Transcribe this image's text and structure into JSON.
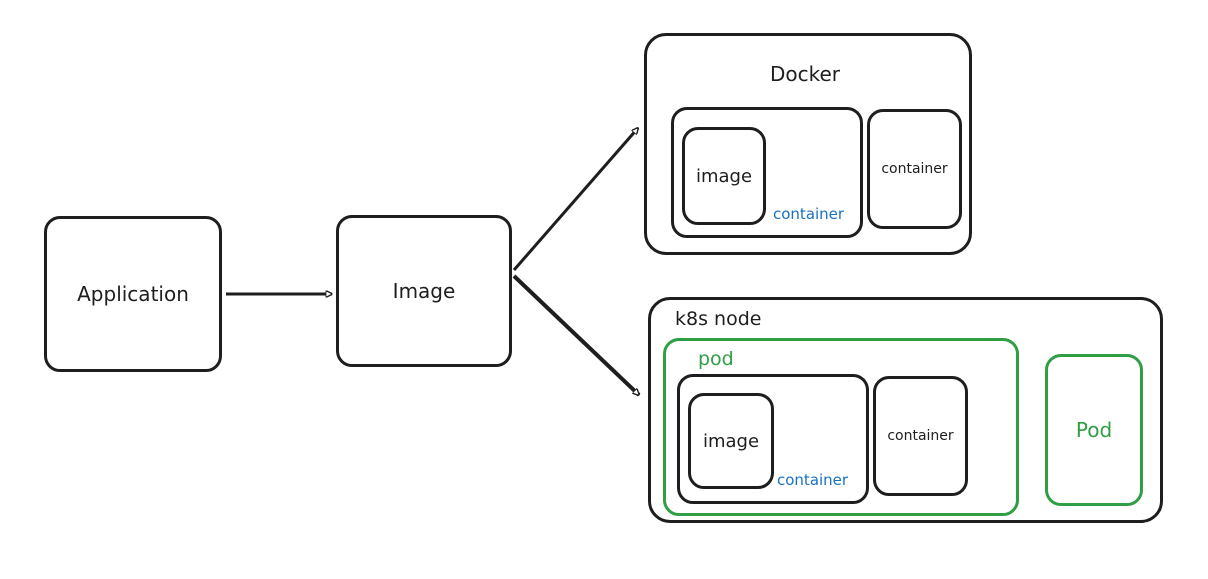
{
  "nodes": {
    "application": "Application",
    "image": "Image"
  },
  "docker": {
    "title": "Docker",
    "image": "image",
    "inner_container": "container",
    "container": "container"
  },
  "k8s": {
    "title": "k8s node",
    "pod_label": "pod",
    "image": "image",
    "inner_container": "container",
    "container": "container",
    "pod": "Pod"
  },
  "colors": {
    "stroke": "#1e1e1e",
    "pod_green": "#2f9e44",
    "container_blue": "#1971c2"
  }
}
